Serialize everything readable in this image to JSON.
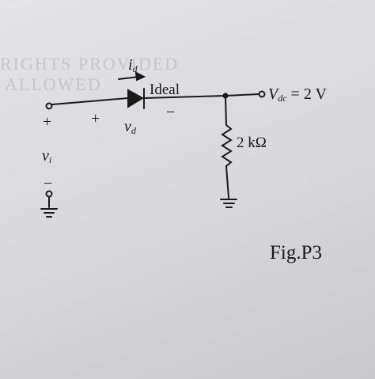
{
  "figure": {
    "caption": "Fig.P3",
    "diode_label": "Ideal",
    "current_label": "i",
    "current_sub": "d",
    "voltage_label": "v",
    "voltage_sub": "d",
    "input_label": "v",
    "input_sub": "i",
    "source_prefix": "V",
    "source_sub": "dc",
    "source_value": " = 2 V",
    "resistor_value": "2 kΩ",
    "plus_sign": "+",
    "minus_sign": "−",
    "watermark_line1": "RIGHTS PROVIDED",
    "watermark_line2": "ALLOWED"
  }
}
